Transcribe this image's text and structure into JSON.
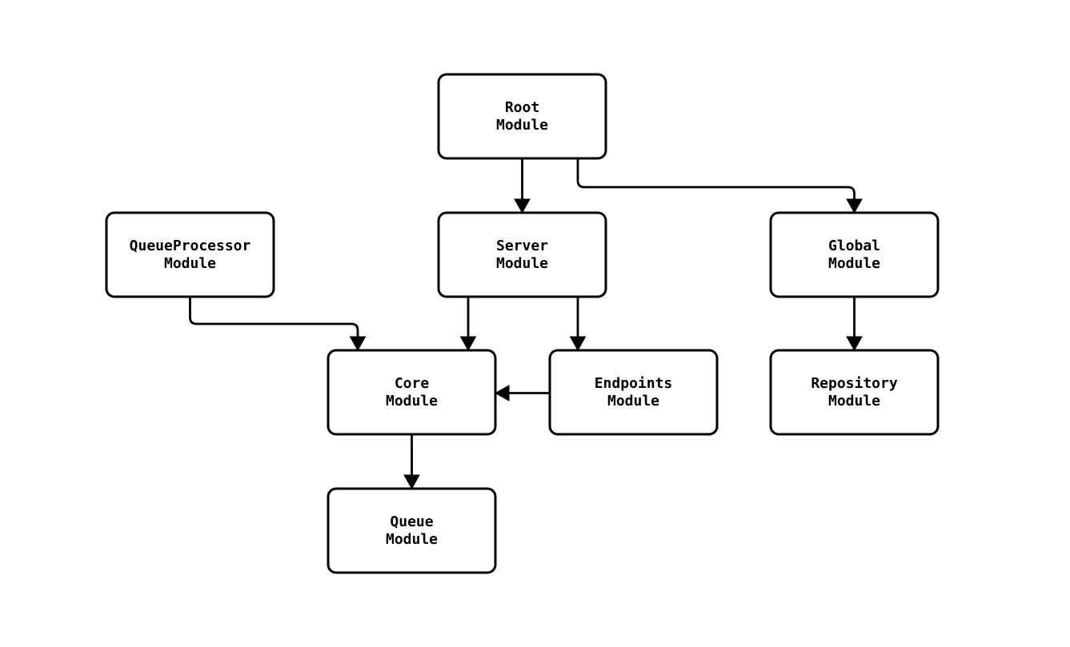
{
  "diagram": {
    "type": "module-dependency-graph",
    "colors": {
      "background": "#ffffff",
      "node_fill": "#ffffff",
      "node_stroke": "#000000",
      "edge_stroke": "#000000",
      "text": "#000000"
    },
    "nodes": {
      "root": {
        "line1": "Root",
        "line2": "Module"
      },
      "server": {
        "line1": "Server",
        "line2": "Module"
      },
      "queueprocessor": {
        "line1": "QueueProcessor",
        "line2": "Module"
      },
      "global": {
        "line1": "Global",
        "line2": "Module"
      },
      "core": {
        "line1": "Core",
        "line2": "Module"
      },
      "endpoints": {
        "line1": "Endpoints",
        "line2": "Module"
      },
      "repository": {
        "line1": "Repository",
        "line2": "Module"
      },
      "queue": {
        "line1": "Queue",
        "line2": "Module"
      }
    },
    "edges": [
      {
        "from": "Root Module",
        "to": "Server Module"
      },
      {
        "from": "Root Module",
        "to": "Global Module"
      },
      {
        "from": "QueueProcessor Module",
        "to": "Core Module"
      },
      {
        "from": "Server Module",
        "to": "Core Module"
      },
      {
        "from": "Server Module",
        "to": "Endpoints Module"
      },
      {
        "from": "Endpoints Module",
        "to": "Core Module"
      },
      {
        "from": "Global Module",
        "to": "Repository Module"
      },
      {
        "from": "Core Module",
        "to": "Queue Module"
      }
    ]
  }
}
